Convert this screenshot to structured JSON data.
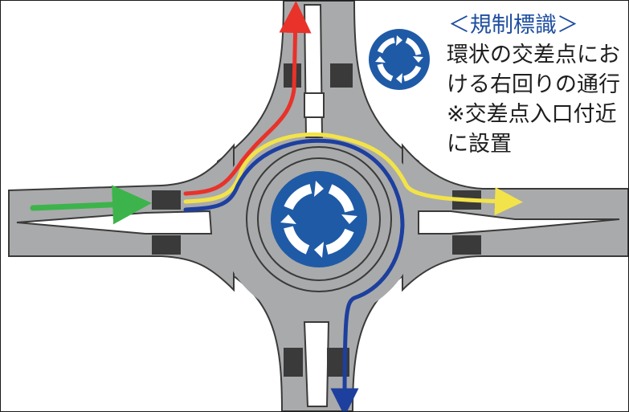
{
  "caption": {
    "title": "＜規制標識＞",
    "lines": [
      "環状の交差点にお",
      "ける右回りの通行",
      "※交差点入口付近",
      "に設置"
    ]
  },
  "icons": {
    "sign": "roundabout-sign-icon"
  },
  "colors": {
    "road": "#a9aaab",
    "road_edge": "#3a3a3a",
    "island": "#ffffff",
    "sign_blue": "#1f5aa6",
    "path_green": "#3cb44b",
    "path_red": "#e8322a",
    "path_yellow": "#f2e34a",
    "path_blue": "#1d3f9e"
  }
}
